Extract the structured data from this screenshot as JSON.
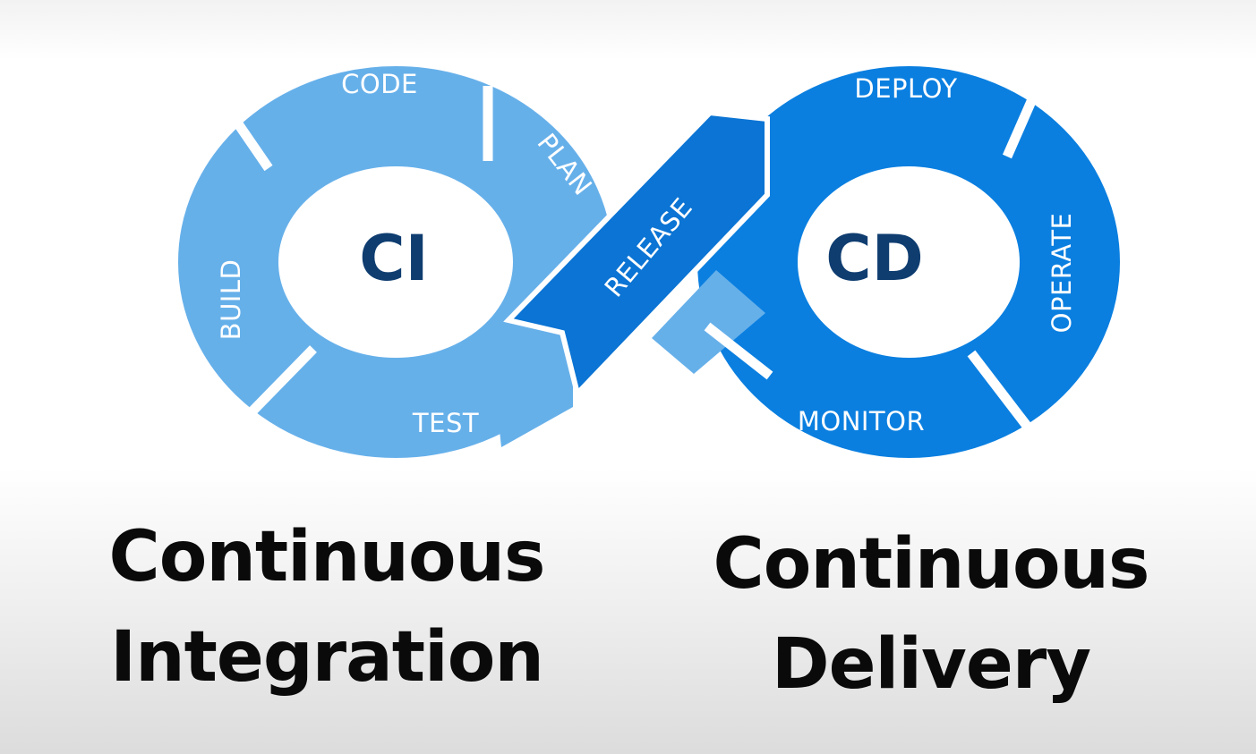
{
  "colors": {
    "ci_loop": "#66b0ea",
    "cd_loop": "#0a7fe0",
    "release": "#0b74d4",
    "gap": "#ffffff",
    "center_text": "#0f3d70",
    "caption_text": "#0a0a0a"
  },
  "ci": {
    "center_label": "CI",
    "stages": {
      "code": "CODE",
      "plan": "PLAN",
      "build": "BUILD",
      "test": "TEST"
    },
    "caption_line1": "Continuous",
    "caption_line2": "Integration"
  },
  "release": {
    "label": "RELEASE"
  },
  "cd": {
    "center_label": "CD",
    "stages": {
      "deploy": "DEPLOY",
      "operate": "OPERATE",
      "monitor": "MONITOR"
    },
    "caption_line1": "Continuous",
    "caption_line2": "Delivery"
  }
}
